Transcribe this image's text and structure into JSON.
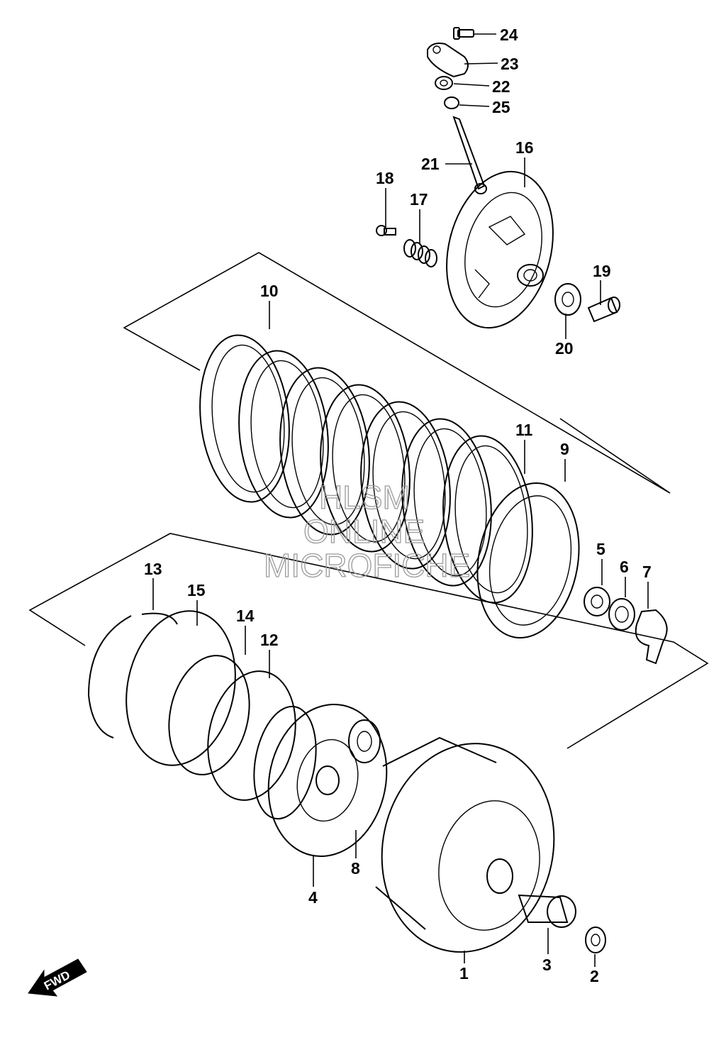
{
  "callouts": [
    {
      "id": "c1",
      "label": "1"
    },
    {
      "id": "c2",
      "label": "2"
    },
    {
      "id": "c3",
      "label": "3"
    },
    {
      "id": "c4",
      "label": "4"
    },
    {
      "id": "c5",
      "label": "5"
    },
    {
      "id": "c6",
      "label": "6"
    },
    {
      "id": "c7",
      "label": "7"
    },
    {
      "id": "c8",
      "label": "8"
    },
    {
      "id": "c9",
      "label": "9"
    },
    {
      "id": "c10",
      "label": "10"
    },
    {
      "id": "c11",
      "label": "11"
    },
    {
      "id": "c12",
      "label": "12"
    },
    {
      "id": "c13",
      "label": "13"
    },
    {
      "id": "c14",
      "label": "14"
    },
    {
      "id": "c15",
      "label": "15"
    },
    {
      "id": "c16",
      "label": "16"
    },
    {
      "id": "c17",
      "label": "17"
    },
    {
      "id": "c18",
      "label": "18"
    },
    {
      "id": "c19",
      "label": "19"
    },
    {
      "id": "c20",
      "label": "20"
    },
    {
      "id": "c21",
      "label": "21"
    },
    {
      "id": "c22",
      "label": "22"
    },
    {
      "id": "c23",
      "label": "23"
    },
    {
      "id": "c24",
      "label": "24"
    },
    {
      "id": "c25",
      "label": "25"
    }
  ],
  "watermark": {
    "line1": "HLSM",
    "line2": "ONLINE",
    "line3": "MICROFICHE"
  },
  "direction_arrow": {
    "label": "FWD",
    "icon": "fwd-arrow-icon"
  }
}
